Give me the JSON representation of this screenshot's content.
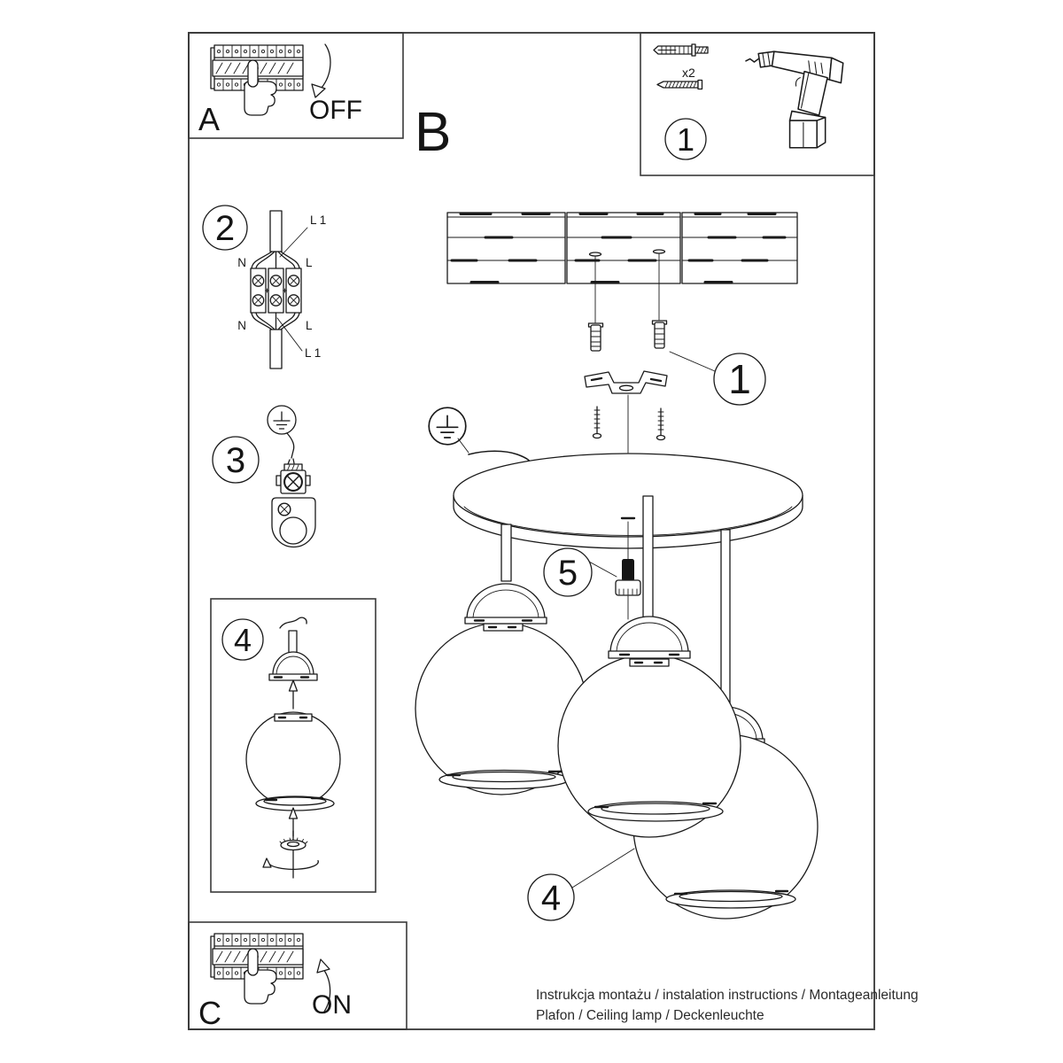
{
  "page": {
    "box_a": {
      "label": "A",
      "action": "OFF"
    },
    "section_b_label": "B",
    "parts_box": {
      "badge": "1",
      "anchor_qty": "x2"
    },
    "step_2": {
      "badge": "2",
      "labels": {
        "line_top": "L 1",
        "neutral_top": "N",
        "live_top": "L",
        "neutral_bottom": "N",
        "live_bottom": "L",
        "line_bottom": "L 1"
      }
    },
    "step_3": {
      "badge": "3"
    },
    "step_4": {
      "badge": "4"
    },
    "box_c": {
      "label": "C",
      "action": "ON"
    },
    "assembly": {
      "bracket_badge": "1",
      "grub_screw_badge": "5",
      "shade_badge": "4"
    },
    "footer": {
      "line_1": "Instrukcja montażu / instalation instructions / Montageanleitung",
      "line_2": "Plafon / Ceiling lamp / Deckenleuchte"
    }
  }
}
